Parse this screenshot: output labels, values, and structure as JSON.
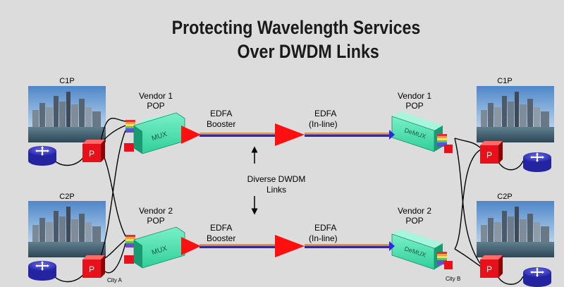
{
  "title": {
    "line1": "Protecting Wavelength Services",
    "line2": "Over DWDM Links"
  },
  "sites": {
    "c1p_left": "C1P",
    "c2p_left": "C2P",
    "c1p_right": "C1P",
    "c2p_right": "C2P"
  },
  "pops": {
    "v1_left": [
      "Vendor 1",
      "POP"
    ],
    "v2_left": [
      "Vendor 2",
      "POP"
    ],
    "v1_right": [
      "Vendor 1",
      "POP"
    ],
    "v2_right": [
      "Vendor 2",
      "POP"
    ]
  },
  "devices": {
    "mux": "MUX",
    "demux": "DeMUX",
    "router_p": "P"
  },
  "amplifiers": {
    "booster": [
      "EDFA",
      "Booster"
    ],
    "inline": [
      "EDFA",
      "(In-line)"
    ]
  },
  "diverse": [
    "Diverse DWDM",
    "Links"
  ],
  "cities": {
    "a": "City A",
    "b": "City B"
  },
  "colors": {
    "background": "#dcdcdc",
    "router_red": "#e8101a",
    "mux_green": "#2fcf9a",
    "amp_red": "#ff1010",
    "link_blue": "#2b2bd8",
    "router_blue": "#3a3ac8"
  }
}
